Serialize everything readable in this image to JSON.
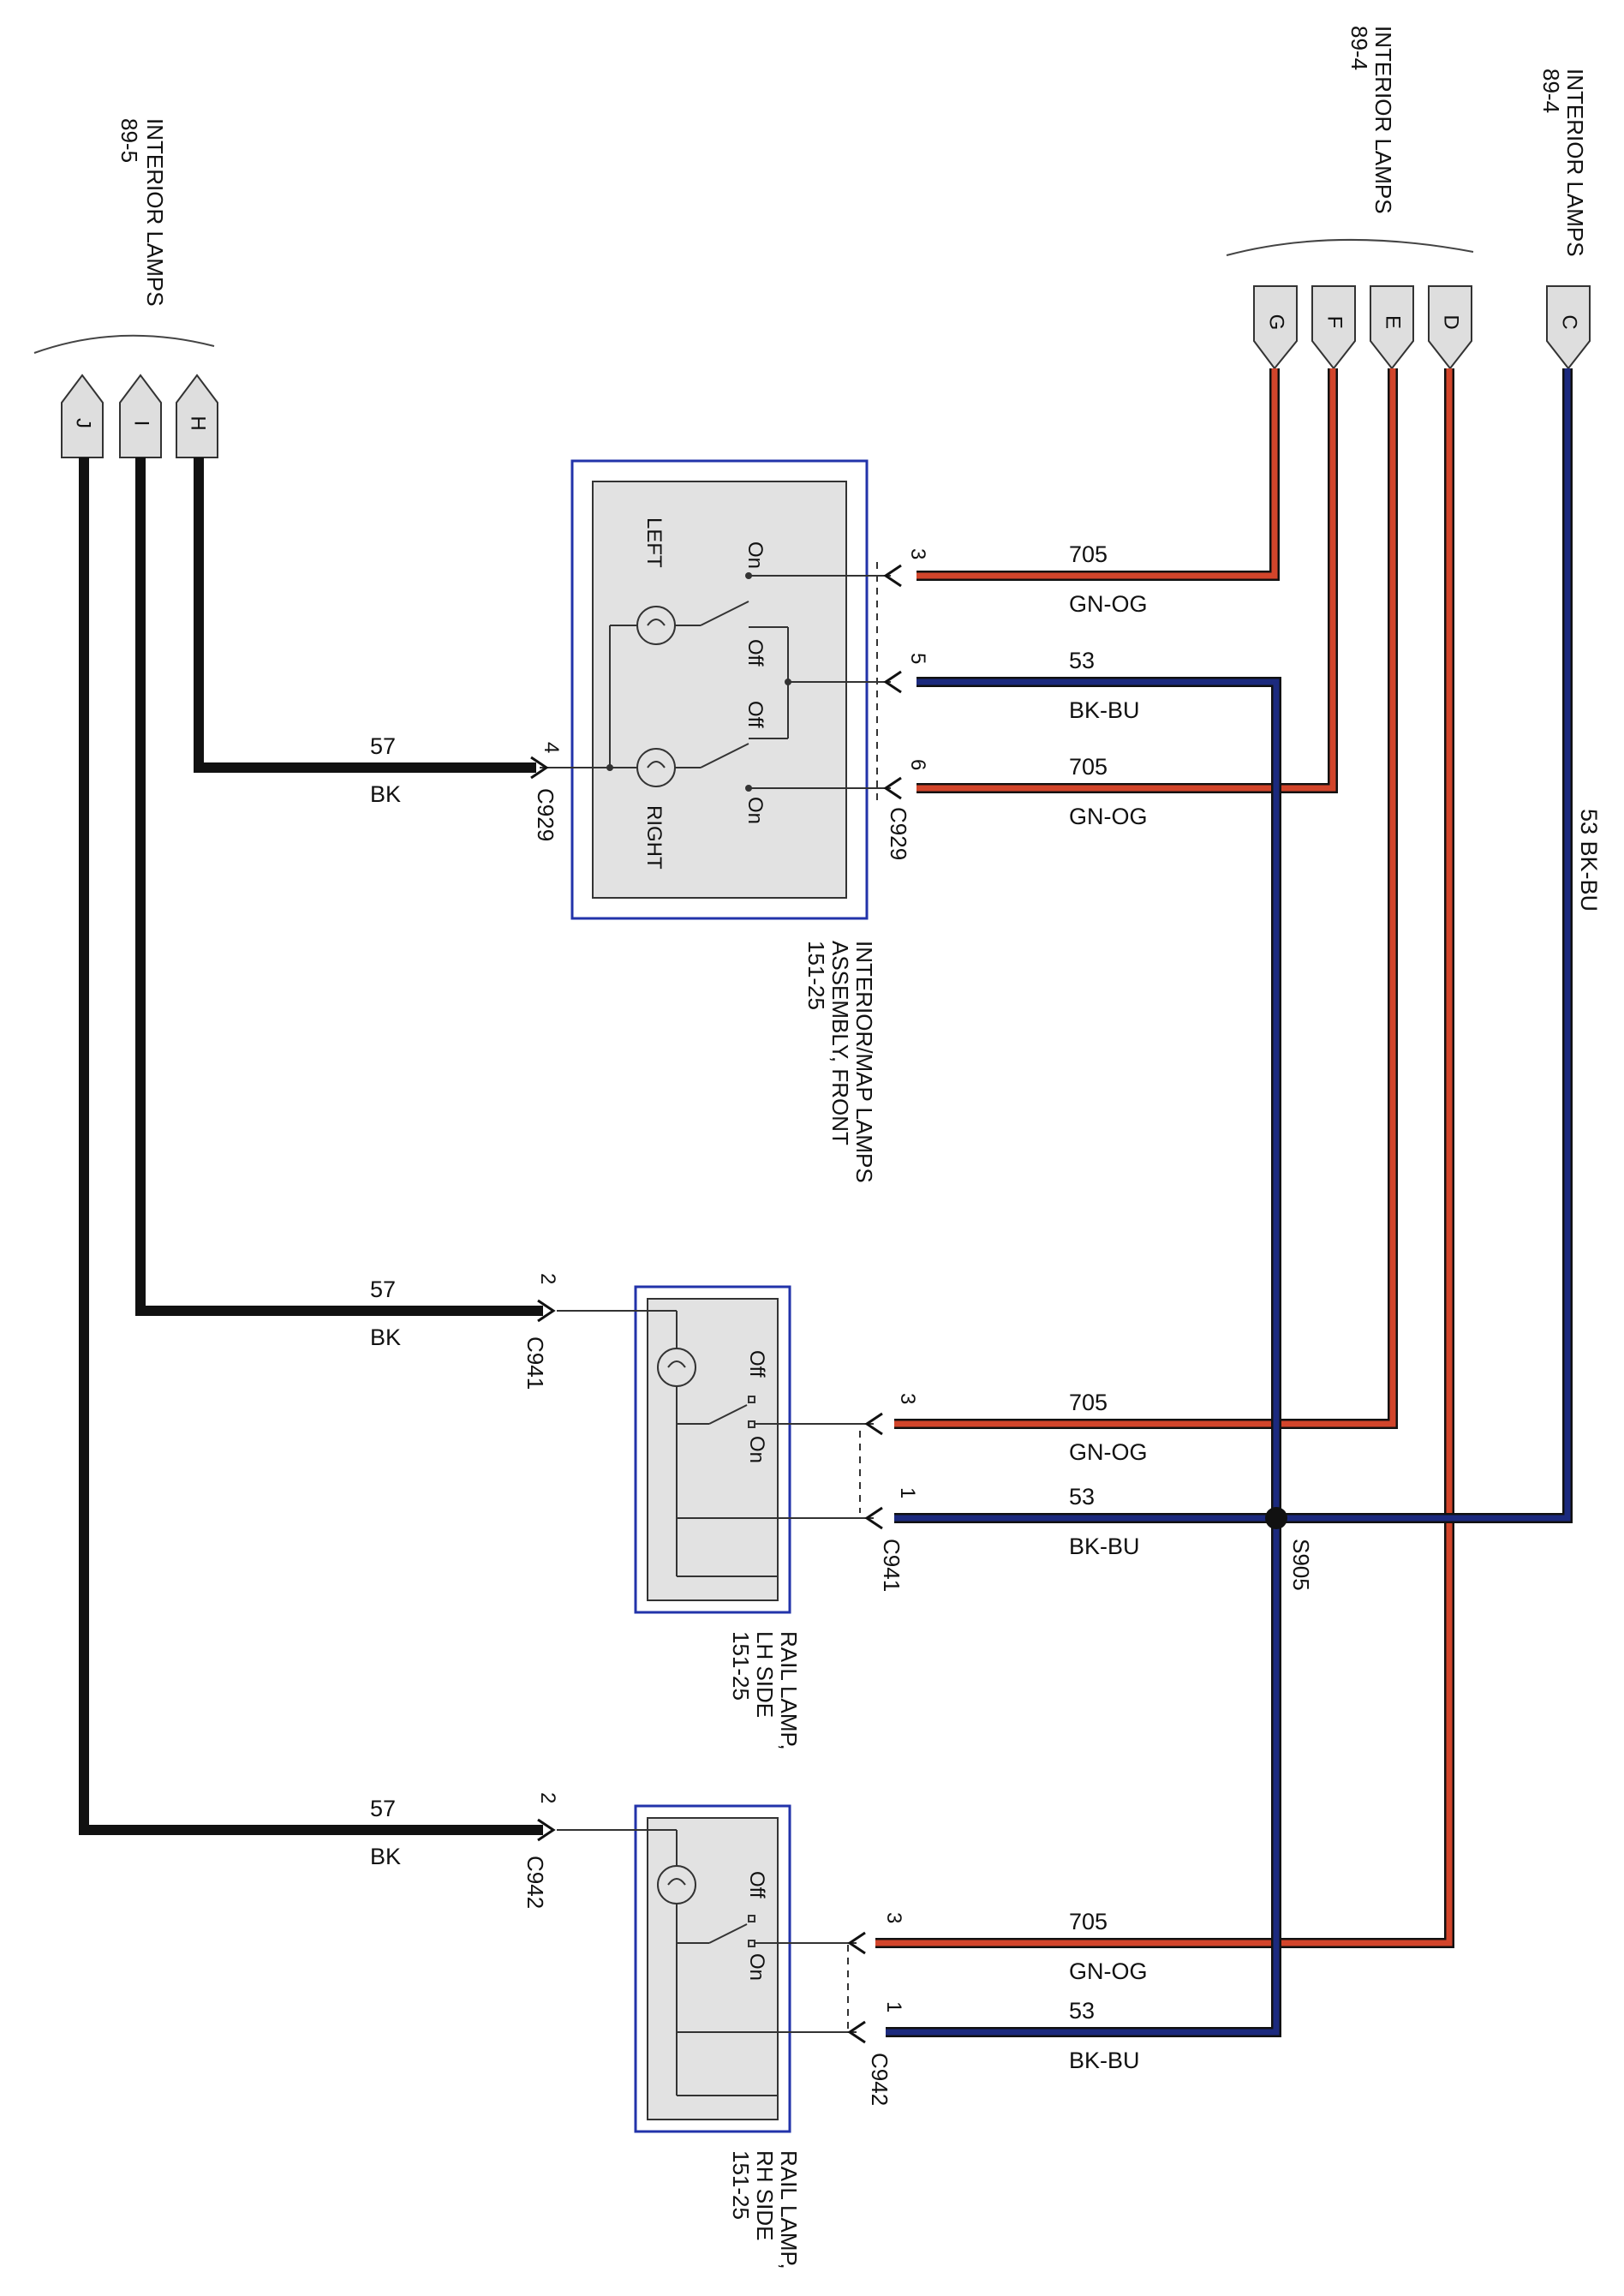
{
  "colors": {
    "bk": "#111111",
    "gn_og": "#d2452b",
    "bk_bu": "#1c2a7e",
    "comp_border": "#2233aa",
    "comp_fill": "#e2e2e2"
  },
  "headers": {
    "left": {
      "line1": "INTERIOR LAMPS",
      "line2": "89-5",
      "pins": [
        "H",
        "I",
        "J"
      ]
    },
    "right": {
      "line1": "INTERIOR LAMPS",
      "line2": "89-4",
      "pins": [
        "D",
        "E",
        "F",
        "G"
      ]
    },
    "far_right": {
      "line1": "INTERIOR LAMPS",
      "line2": "89-4",
      "pins": [
        "C"
      ]
    }
  },
  "components": {
    "front": {
      "line1": "INTERIOR/MAP LAMPS",
      "line2": "ASSEMBLY, FRONT",
      "line3": "151-25",
      "left": "LEFT",
      "right": "RIGHT",
      "on_top": "On",
      "off_top": "Off",
      "off_bottom": "Off",
      "on_bottom": "On"
    },
    "lh": {
      "line1": "RAIL LAMP,",
      "line2": "LH SIDE",
      "line3": "151-25",
      "off": "Off",
      "on": "On"
    },
    "rh": {
      "line1": "RAIL LAMP,",
      "line2": "RH SIDE",
      "line3": "151-25",
      "off": "Off",
      "on": "On"
    }
  },
  "connectors": {
    "c929": "C929",
    "c941": "C941",
    "c942": "C942",
    "s905": "S905"
  },
  "pins": {
    "p4": "4",
    "p3": "3",
    "p5": "5",
    "p6": "6",
    "p2": "2",
    "p1": "1"
  },
  "wires": {
    "bk_num": "57",
    "bk_color": "BK",
    "gnog_num": "705",
    "gnog_color": "GN-OG",
    "bkbu_num": "53",
    "bkbu_color": "BK-BU",
    "vertical_label": "53  BK-BU"
  }
}
